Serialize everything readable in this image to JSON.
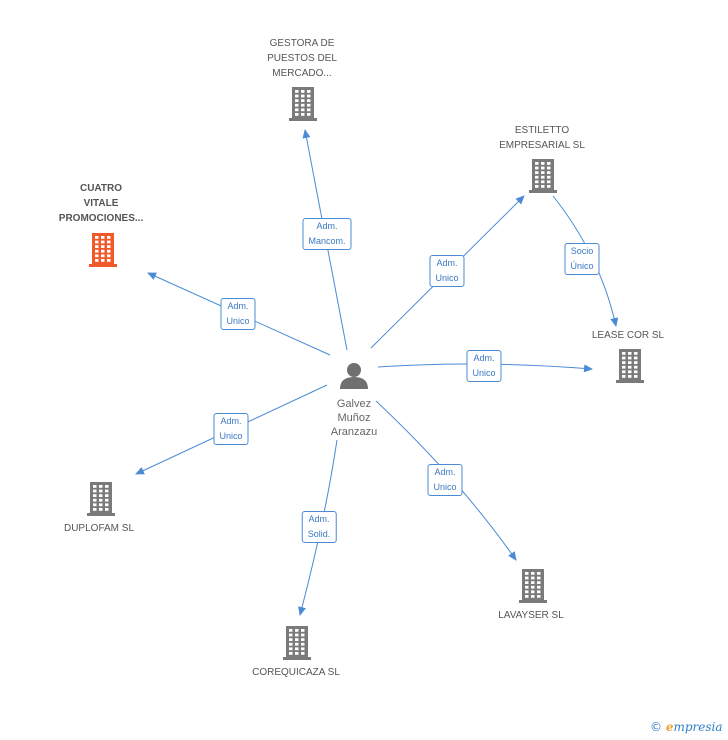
{
  "colors": {
    "edge": "#4a8bd4",
    "building": "#7a7a7a",
    "building_focus": "#f05a28",
    "person": "#707070"
  },
  "center": {
    "label": "Galvez\nMuñoz\nAranzazu",
    "icon": "person-icon"
  },
  "nodes": [
    {
      "id": "gestora",
      "label": "GESTORA DE\nPUESTOS DEL\nMERCADO...",
      "icon": "building-icon",
      "focus": false
    },
    {
      "id": "estiletto",
      "label": "ESTILETTO\nEMPRESARIAL SL",
      "icon": "building-icon",
      "focus": false
    },
    {
      "id": "cuatro",
      "label": "CUATRO\nVITALE\nPROMOCIONES...",
      "icon": "building-icon",
      "focus": true
    },
    {
      "id": "leasecor",
      "label": "LEASE COR SL",
      "icon": "building-icon",
      "focus": false
    },
    {
      "id": "duplofam",
      "label": "DUPLOFAM SL",
      "icon": "building-icon",
      "focus": false
    },
    {
      "id": "lavayser",
      "label": "LAVAYSER SL",
      "icon": "building-icon",
      "focus": false
    },
    {
      "id": "corequicaza",
      "label": "COREQUICAZA SL",
      "icon": "building-icon",
      "focus": false
    }
  ],
  "relations": [
    {
      "from": "center",
      "to": "gestora",
      "label": "Adm.\nMancom."
    },
    {
      "from": "center",
      "to": "estiletto",
      "label": "Adm.\nUnico"
    },
    {
      "from": "estiletto",
      "to": "leasecor",
      "label": "Socio\nÚnico"
    },
    {
      "from": "center",
      "to": "cuatro",
      "label": "Adm.\nUnico"
    },
    {
      "from": "center",
      "to": "leasecor",
      "label": "Adm.\nUnico"
    },
    {
      "from": "center",
      "to": "duplofam",
      "label": "Adm.\nUnico"
    },
    {
      "from": "center",
      "to": "lavayser",
      "label": "Adm.\nUnico"
    },
    {
      "from": "center",
      "to": "corequicaza",
      "label": "Adm.\nSolid."
    }
  ],
  "footer": {
    "copyright": "©",
    "brand_initial": "e",
    "brand_rest": "mpresia"
  }
}
